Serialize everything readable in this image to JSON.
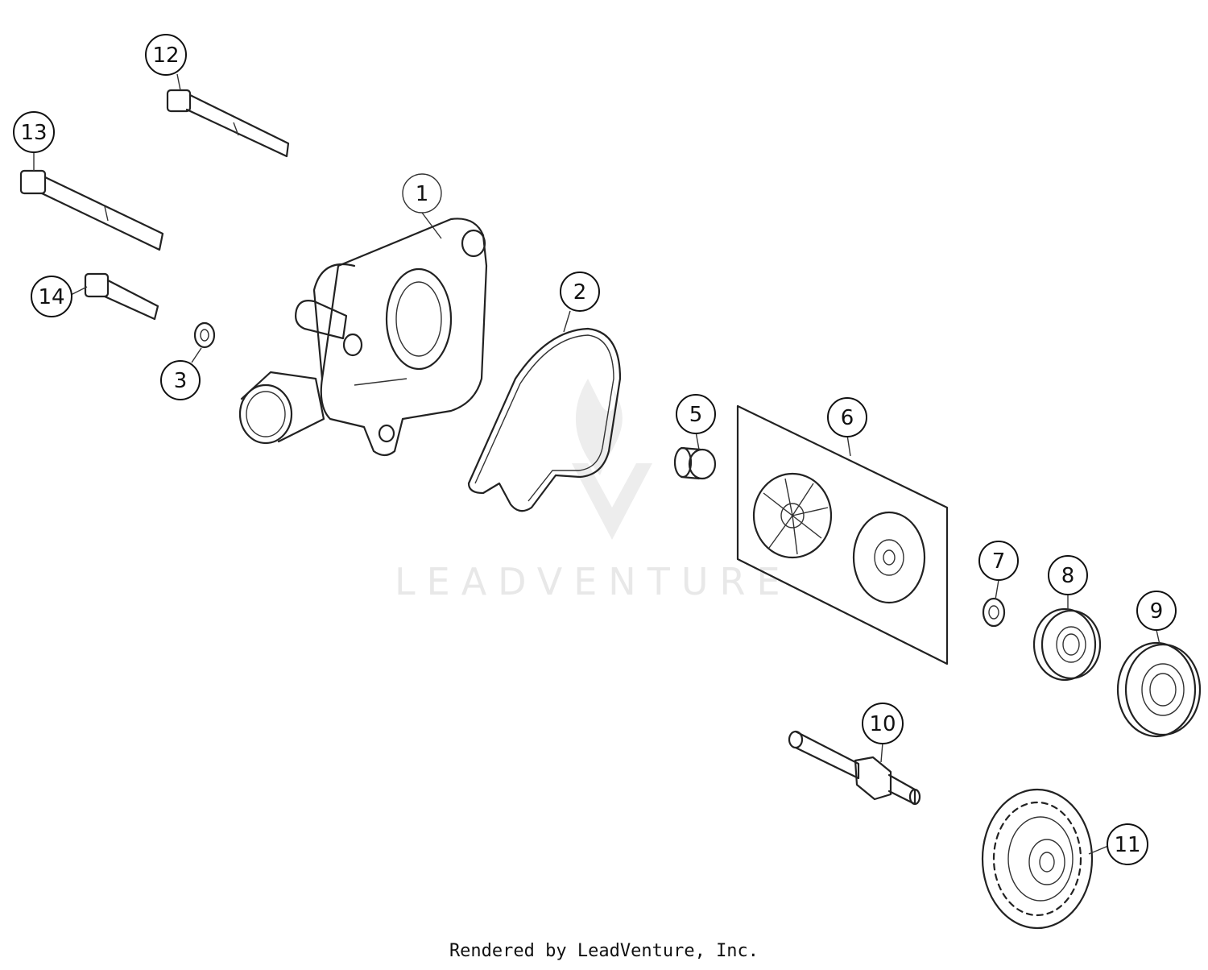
{
  "watermark": {
    "text": "LEADVENTURE"
  },
  "footer": {
    "text": "Rendered by LeadVenture, Inc."
  },
  "callouts": [
    "1",
    "2",
    "3",
    "5",
    "6",
    "7",
    "8",
    "9",
    "10",
    "11",
    "12",
    "13",
    "14"
  ]
}
